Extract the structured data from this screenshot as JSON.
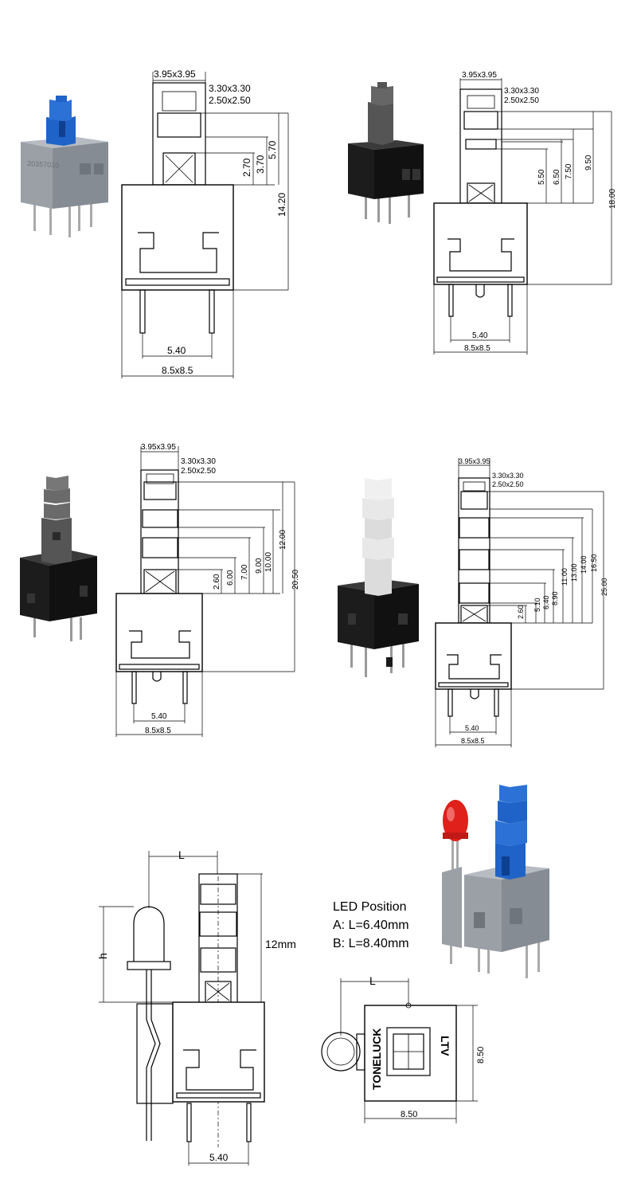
{
  "panel1": {
    "cap_outer": "3.95x3.95",
    "cap_inner1": "3.30x3.30",
    "cap_inner2": "2.50x2.50",
    "h1": "2.70",
    "h2": "3.70",
    "h3": "5.70",
    "total": "14.20",
    "pin_pitch": "5.40",
    "body_size": "8.5x8.5",
    "part_marking": "20357030"
  },
  "panel2": {
    "cap_outer": "3.95x3.95",
    "cap_inner1": "3.30x3.30",
    "cap_inner2": "2.50x2.50",
    "h1": "5.50",
    "h2": "6.50",
    "h3": "7.50",
    "h4": "9.50",
    "total": "18.00",
    "pin_pitch": "5.40",
    "body_size": "8.5x8.5"
  },
  "panel3": {
    "cap_outer": "3.95x3.95",
    "cap_inner1": "3.30x3.30",
    "cap_inner2": "2.50x2.50",
    "h1": "2.60",
    "h2": "6.00",
    "h3": "7.00",
    "h4": "9.00",
    "h5": "10.00",
    "h6": "12.00",
    "total": "20.50",
    "pin_pitch": "5.40",
    "body_size": "8.5x8.5"
  },
  "panel4": {
    "cap_outer": "3.95x3.95",
    "cap_inner1": "3.30x3.30",
    "cap_inner2": "2.50x2.50",
    "h1": "2.60",
    "h2": "5.10",
    "h3": "6.40",
    "h4": "8.90",
    "h5": "11.00",
    "h6": "13.00",
    "h7": "14.00",
    "h8": "16.50",
    "total": "25.00",
    "pin_pitch": "5.40",
    "body_size": "8.5x8.5"
  },
  "led": {
    "label_l": "L",
    "label_h": "h",
    "height": "12mm",
    "pin_pitch": "5.40",
    "title": "LED Position",
    "option_a": "A: L=6.40mm",
    "option_b": "B: L=8.40mm",
    "top_l": "L",
    "brand1": "TONELUCK",
    "brand2": "LTV",
    "width": "8.50",
    "depth": "8.50"
  },
  "colors": {
    "blue_cap": "#1f63c8",
    "blue_dark": "#0f3f91",
    "grey_body": "#9aa0a6",
    "black_body": "#1c1c1c",
    "dark_grey_cap": "#555555",
    "white_cap": "#e8e8e8",
    "led_red": "#e0201b"
  }
}
